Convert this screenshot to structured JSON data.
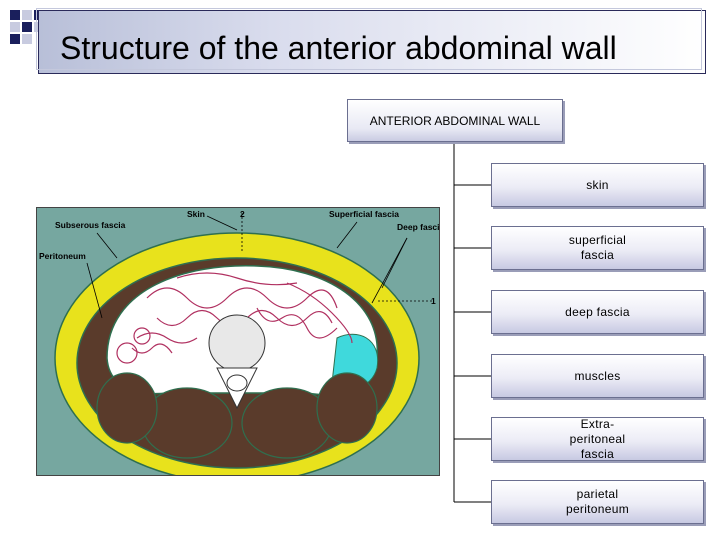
{
  "title": "Structure of the anterior abdominal wall",
  "root": {
    "label": "ANTERIOR ABDOMINAL WALL"
  },
  "layers": [
    {
      "label": "skin"
    },
    {
      "label": "superficial fascia"
    },
    {
      "label": "deep fascia"
    },
    {
      "label": "muscles"
    },
    {
      "label": "Extra-peritoneal fascia"
    },
    {
      "label": "parietal peritoneum"
    }
  ],
  "figure_labels": {
    "skin": "Skin",
    "marker_2": "2",
    "superficial_fascia": "Superficial fascia",
    "subserous_fascia": "Subserous fascia",
    "deep_fascia": "Deep fascia",
    "peritoneum": "Peritoneum",
    "marker_1": "1"
  },
  "colors": {
    "title_gradient_start": "#b8bfd8",
    "node_shade": "#c7c9e2",
    "fat_yellow": "#e8e21c",
    "muscle_brown": "#5a3b2b",
    "figure_background": "#76a7a0",
    "cavity_cyan": "#3fd9dc"
  }
}
